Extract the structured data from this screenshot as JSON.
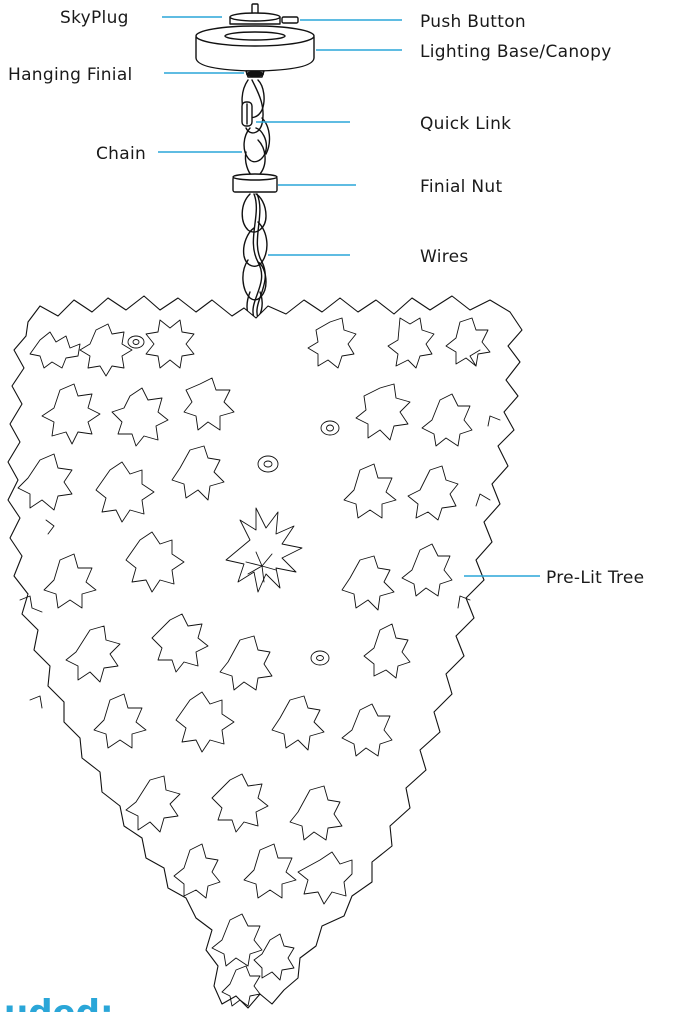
{
  "labels": {
    "skyplug": "SkyPlug",
    "push_button": "Push Button",
    "lighting_base": "Lighting Base/Canopy",
    "hanging_finial": "Hanging Finial",
    "quick_link": "Quick Link",
    "chain": "Chain",
    "finial_nut": "Finial Nut",
    "wires": "Wires",
    "pre_lit_tree": "Pre-Lit Tree"
  },
  "footer_heading_fragment": "uded:",
  "colors": {
    "leader": "#2aa6d8",
    "ink": "#111111",
    "label_text": "#1a1a1a",
    "heading": "#2aa6d8"
  }
}
